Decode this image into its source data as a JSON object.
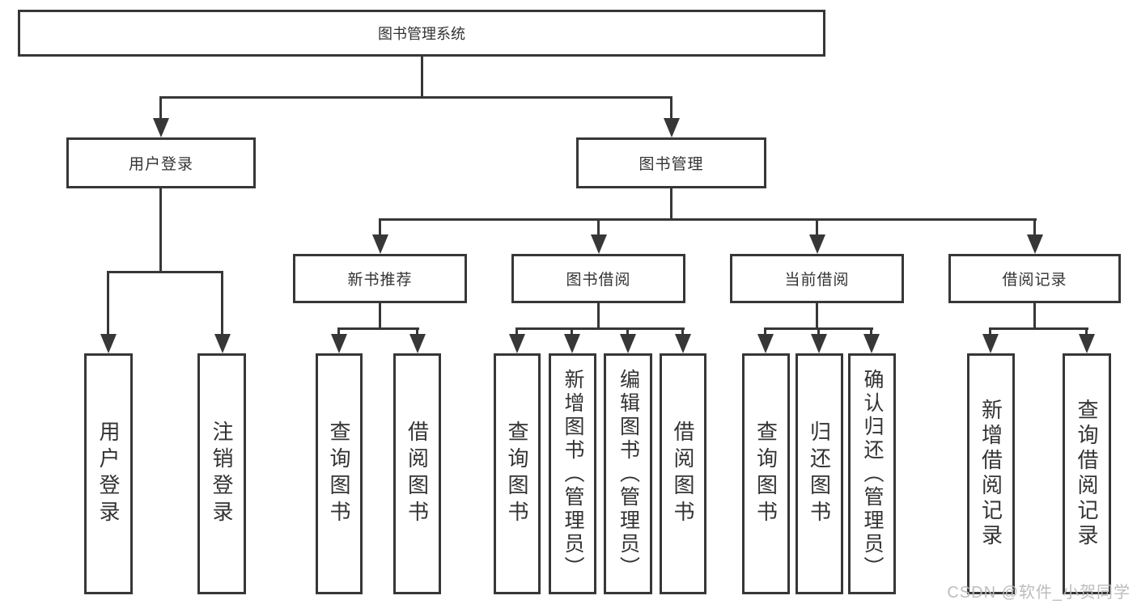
{
  "nodes": {
    "root": "图书管理系统",
    "user_login": "用户登录",
    "book_management": "图书管理",
    "new_book_recommend": "新书推荐",
    "book_borrow": "图书借阅",
    "current_borrow": "当前借阅",
    "borrow_record": "借阅记录",
    "leaf_user_login": "用户登录",
    "leaf_logout": "注销登录",
    "leaf_query_book_recommend": "查询图书",
    "leaf_borrow_book_recommend": "借阅图书",
    "leaf_query_book_borrow": "查询图书",
    "leaf_add_book_admin": "新增图书（管理员）",
    "leaf_edit_book_admin": "编辑图书（管理员）",
    "leaf_borrow_book_borrow": "借阅图书",
    "leaf_query_book_current": "查询图书",
    "leaf_return_book": "归还图书",
    "leaf_confirm_return_admin": "确认归还（管理员）",
    "leaf_add_borrow_record": "新增借阅记录",
    "leaf_query_borrow_record": "查询借阅记录"
  },
  "watermark": {
    "text": "CSDN @软件_小贺同学"
  },
  "colors": {
    "line": "#373737",
    "text": "#333333",
    "background": "#ffffff",
    "watermark": "#b9b9b9"
  }
}
